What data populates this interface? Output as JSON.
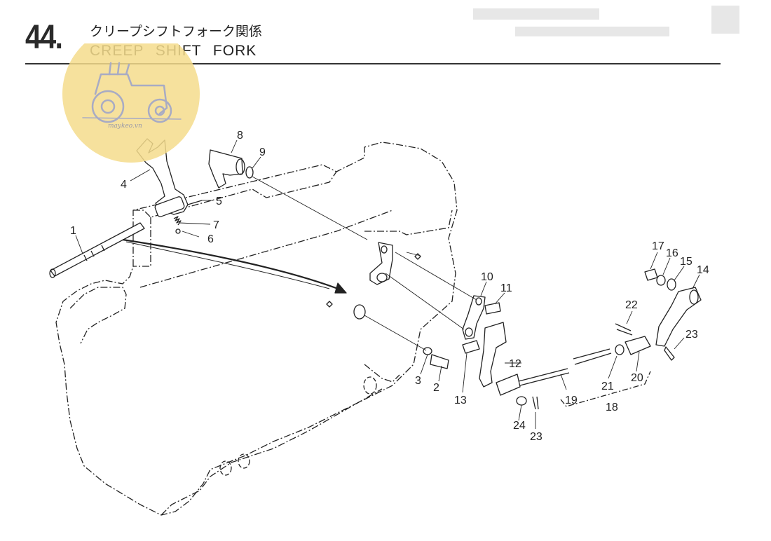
{
  "header": {
    "section_number": "44.",
    "title_jp": "クリープシフトフォーク関係",
    "title_en": "CREEP  SHIFT  FORK"
  },
  "watermark": {
    "text": "maykeo.vn",
    "circle_color": "#f4dc8c",
    "icon": "tractor-icon"
  },
  "colors": {
    "ink": "#1c1c1c",
    "paper": "#ffffff"
  },
  "callouts": [
    {
      "id": "c1",
      "label": "1"
    },
    {
      "id": "c2",
      "label": "2"
    },
    {
      "id": "c3",
      "label": "3"
    },
    {
      "id": "c4",
      "label": "4"
    },
    {
      "id": "c5",
      "label": "5"
    },
    {
      "id": "c6",
      "label": "6"
    },
    {
      "id": "c7",
      "label": "7"
    },
    {
      "id": "c8",
      "label": "8"
    },
    {
      "id": "c9",
      "label": "9"
    },
    {
      "id": "c10",
      "label": "10"
    },
    {
      "id": "c11",
      "label": "11"
    },
    {
      "id": "c12",
      "label": "12"
    },
    {
      "id": "c13",
      "label": "13"
    },
    {
      "id": "c14",
      "label": "14"
    },
    {
      "id": "c15",
      "label": "15"
    },
    {
      "id": "c16",
      "label": "16"
    },
    {
      "id": "c17",
      "label": "17"
    },
    {
      "id": "c18",
      "label": "18"
    },
    {
      "id": "c19",
      "label": "19"
    },
    {
      "id": "c20",
      "label": "20"
    },
    {
      "id": "c21",
      "label": "21"
    },
    {
      "id": "c22",
      "label": "22"
    },
    {
      "id": "c23a",
      "label": "23"
    },
    {
      "id": "c23b",
      "label": "23"
    },
    {
      "id": "c24",
      "label": "24"
    }
  ]
}
